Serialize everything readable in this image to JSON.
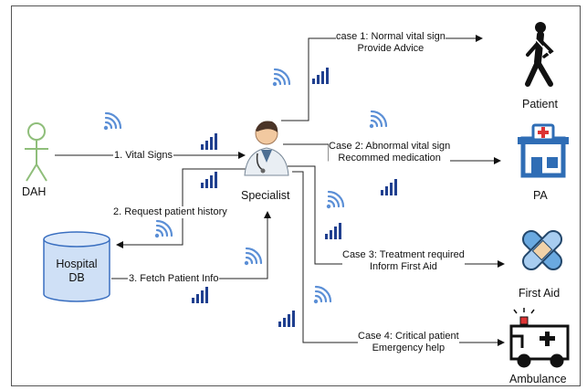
{
  "nodes": {
    "dah": "DAH",
    "specialist": "Specialist",
    "hospital_db": [
      "Hospital",
      "DB"
    ],
    "patient": "Patient",
    "pa": "PA",
    "first_aid": "First Aid",
    "ambulance": "Ambulance"
  },
  "edges": {
    "vital_signs": "1. Vital Signs",
    "request_history": "2. Request patient history",
    "fetch_info": "3. Fetch Patient Info"
  },
  "cases": {
    "case1": [
      "case 1: Normal vital sign",
      "Provide Advice"
    ],
    "case2": [
      "Case 2: Abnormal vital sign",
      "Recommed medication"
    ],
    "case3": [
      "Case 3: Treatment required",
      "Inform First Aid"
    ],
    "case4": [
      "Case 4: Critical patient",
      "Emergency help"
    ]
  },
  "colors": {
    "signal_bars": "#1f3f8f",
    "wifi": "#5b8fd6",
    "db_fill": "#cfe0f6",
    "db_stroke": "#3a6fc0",
    "dah_figure": "#8fbe7a",
    "pa_blue": "#2f6db5",
    "first_aid_blue": "#6aa9e0",
    "ambulance_red": "#d33"
  }
}
